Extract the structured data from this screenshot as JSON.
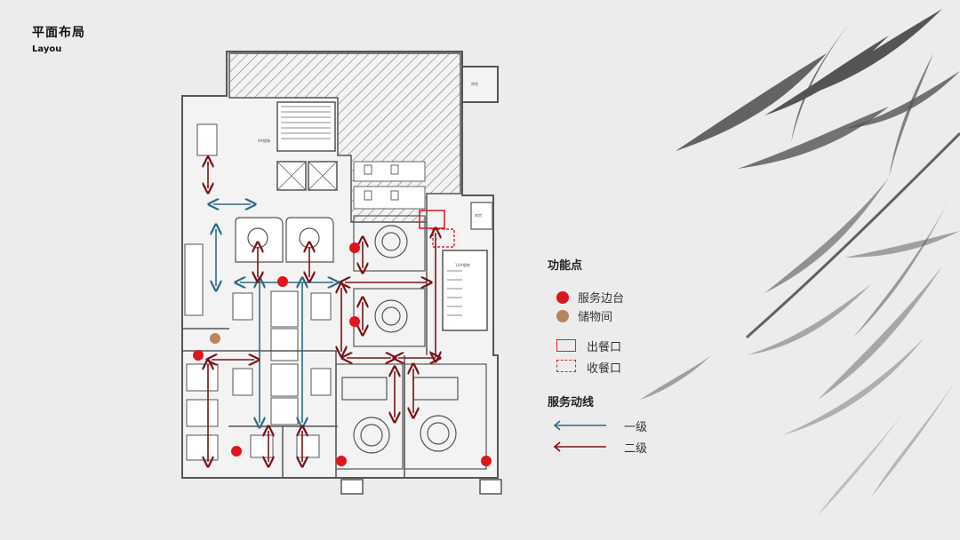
{
  "title": {
    "cn": "平面布局",
    "en": "Layou"
  },
  "plan_labels": {
    "stair_note": "9#楼梯",
    "stair2": "10#楼梯",
    "room_a": "库房",
    "room_b": "库房"
  },
  "legend": {
    "function_heading": "功能点",
    "service_station": "服务边台",
    "storage": "储物间",
    "serving_outlet": "出餐口",
    "collection_outlet": "收餐口",
    "flow_heading": "服务动线",
    "level1": "一级",
    "level2": "二级"
  },
  "colors": {
    "service_dot": "#e0141c",
    "storage_dot": "#b9855a",
    "level1_line": "#2e6a86",
    "level2_line": "#7a1416",
    "outlet_red": "#d9232a"
  }
}
